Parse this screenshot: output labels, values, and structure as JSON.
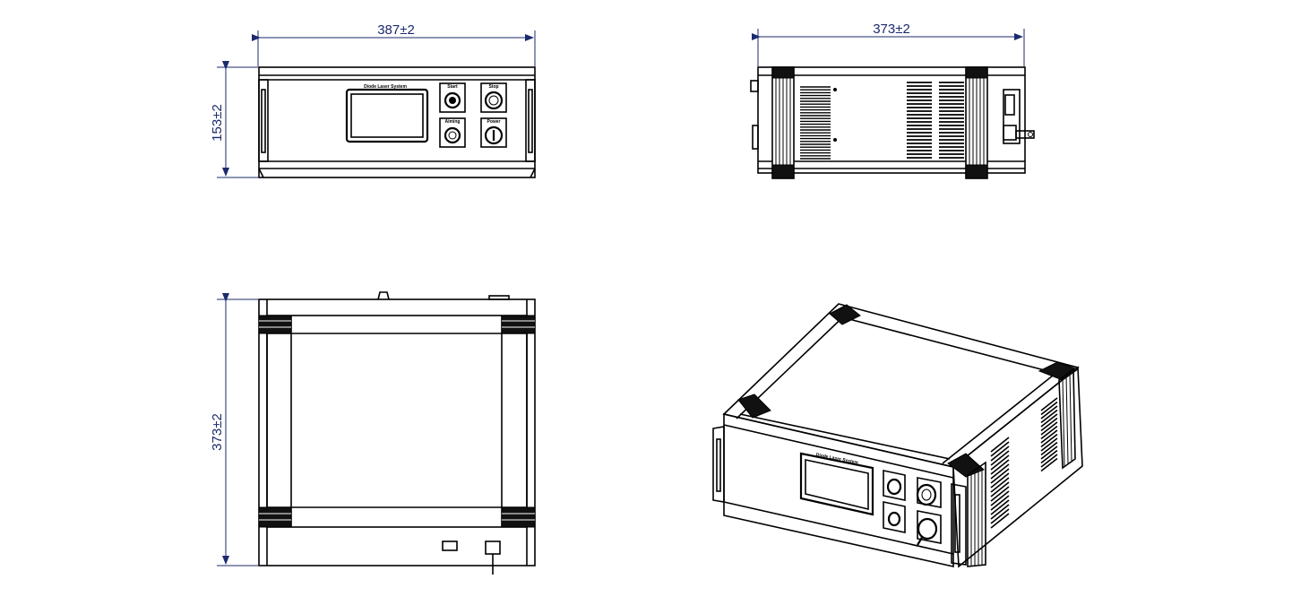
{
  "dimensions": {
    "front_width": "387±2",
    "front_height": "153±2",
    "side_depth": "373±2",
    "top_depth": "373±2"
  },
  "panel": {
    "title": "Diode Laser System",
    "labels": {
      "start": "Start",
      "stop": "Stop",
      "aiming": "Aiming",
      "power": "Power"
    }
  },
  "colors": {
    "dimension": "#1c2a6e",
    "line": "#000000"
  }
}
